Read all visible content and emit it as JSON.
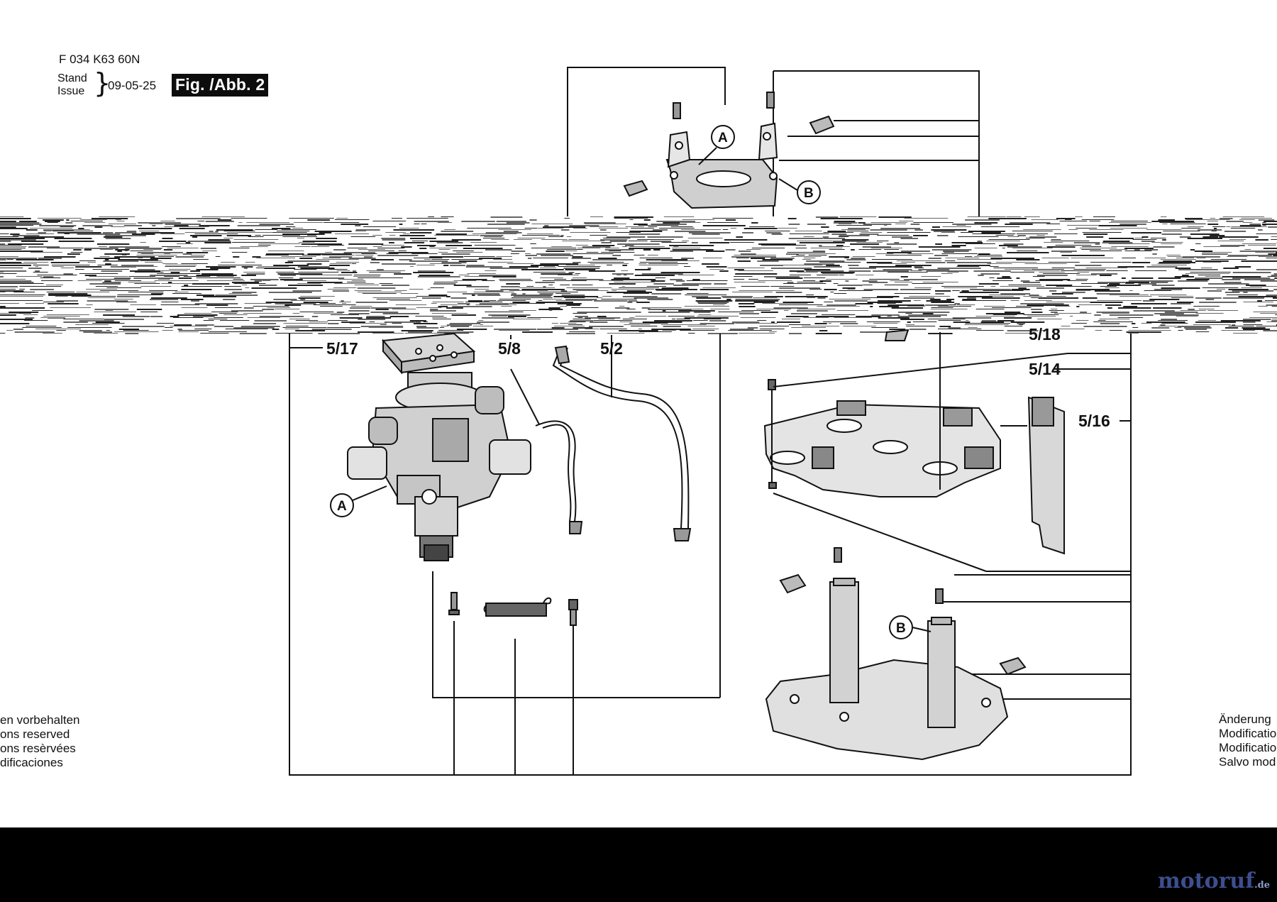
{
  "header": {
    "doc_code": "F 034 K63 60N",
    "stand_label": "Stand",
    "issue_label": "Issue",
    "brace": "}",
    "issue_date": "09-05-25",
    "figure_label": "Fig. /Abb. 2"
  },
  "notes": {
    "left": "en vorbehalten\nons reserved\nons resèrvées\ndificaciones",
    "right": "Änderung\nModificatio\nModificatio\nSalvo mod"
  },
  "parts": {
    "p517": "5/17",
    "p58": "5/8",
    "p52": "5/2",
    "p518": "5/18",
    "p514": "5/14",
    "p516": "5/16"
  },
  "callouts": {
    "a": "A",
    "b": "B"
  },
  "logo": {
    "text": "motoruf",
    "tld": ".de"
  },
  "colors": {
    "line": "#111111",
    "footer": "#000000",
    "logo_blue": "#3d4f8f",
    "logo_orange": "#e39a2a"
  }
}
